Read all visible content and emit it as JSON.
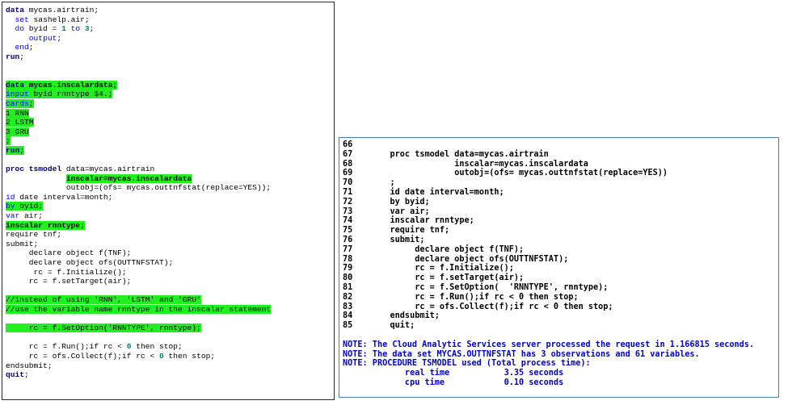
{
  "editor": {
    "lines": [
      {
        "segs": [
          {
            "t": "data",
            "c": "kw"
          },
          {
            "t": " mycas.airtrain;",
            "c": "plain"
          }
        ]
      },
      {
        "segs": [
          {
            "t": "  ",
            "c": "plain"
          },
          {
            "t": "set",
            "c": "kb"
          },
          {
            "t": " sashelp.air;",
            "c": "plain"
          }
        ]
      },
      {
        "segs": [
          {
            "t": "  ",
            "c": "plain"
          },
          {
            "t": "do",
            "c": "kb"
          },
          {
            "t": " byid = ",
            "c": "plain"
          },
          {
            "t": "1",
            "c": "num"
          },
          {
            "t": " ",
            "c": "plain"
          },
          {
            "t": "to",
            "c": "kb"
          },
          {
            "t": " ",
            "c": "plain"
          },
          {
            "t": "3",
            "c": "num"
          },
          {
            "t": ";",
            "c": "plain"
          }
        ]
      },
      {
        "segs": [
          {
            "t": "     ",
            "c": "plain"
          },
          {
            "t": "output",
            "c": "kb"
          },
          {
            "t": ";",
            "c": "plain"
          }
        ]
      },
      {
        "segs": [
          {
            "t": "  ",
            "c": "plain"
          },
          {
            "t": "end",
            "c": "kb"
          },
          {
            "t": ";",
            "c": "plain"
          }
        ]
      },
      {
        "segs": [
          {
            "t": "run",
            "c": "kw"
          },
          {
            "t": ";",
            "c": "plain"
          }
        ]
      },
      {
        "segs": []
      },
      {
        "segs": []
      },
      {
        "hl": "full",
        "segs": [
          {
            "t": "data",
            "c": "kw"
          },
          {
            "t": " mycas.inscalardata;",
            "c": "plain bold"
          }
        ]
      },
      {
        "hl": "full",
        "segs": [
          {
            "t": "input",
            "c": "kb"
          },
          {
            "t": " byid rnntype $4.;",
            "c": "plain"
          }
        ]
      },
      {
        "hl": "full",
        "segs": [
          {
            "t": "cards",
            "c": "kb"
          },
          {
            "t": ";",
            "c": "plain"
          }
        ]
      },
      {
        "hl": "full",
        "segs": [
          {
            "t": "1 RNN",
            "c": "plain"
          }
        ]
      },
      {
        "hl": "full",
        "segs": [
          {
            "t": "2 LSTM",
            "c": "plain"
          }
        ]
      },
      {
        "hl": "full",
        "segs": [
          {
            "t": "3 GRU",
            "c": "plain"
          }
        ]
      },
      {
        "hl": "full",
        "segs": [
          {
            "t": ";",
            "c": "plain"
          }
        ]
      },
      {
        "hl": "full",
        "segs": [
          {
            "t": "run",
            "c": "kw"
          },
          {
            "t": ";",
            "c": "plain"
          }
        ]
      },
      {
        "segs": []
      },
      {
        "segs": [
          {
            "t": "proc tsmodel",
            "c": "kw"
          },
          {
            "t": " data=mycas.airtrain",
            "c": "plain"
          }
        ]
      },
      {
        "hl": "part",
        "pad": "             ",
        "segs": [
          {
            "t": "inscalar=mycas.inscalardata",
            "c": "plain bold"
          }
        ]
      },
      {
        "segs": [
          {
            "t": "             outobj=(ofs= mycas.outtnfstat(replace=YES));",
            "c": "plain"
          }
        ]
      },
      {
        "segs": [
          {
            "t": "id",
            "c": "kb"
          },
          {
            "t": " date interval=month;",
            "c": "plain"
          }
        ]
      },
      {
        "hl": "full",
        "segs": [
          {
            "t": "by",
            "c": "kb"
          },
          {
            "t": " byid;",
            "c": "plain"
          }
        ]
      },
      {
        "segs": [
          {
            "t": "var",
            "c": "kb"
          },
          {
            "t": " air;",
            "c": "plain"
          }
        ]
      },
      {
        "hl": "full",
        "segs": [
          {
            "t": "inscalar rnntype;",
            "c": "plain bold"
          }
        ]
      },
      {
        "segs": [
          {
            "t": "require tnf;",
            "c": "plain"
          }
        ]
      },
      {
        "segs": [
          {
            "t": "submit;",
            "c": "plain"
          }
        ]
      },
      {
        "segs": [
          {
            "t": "     declare object f(TNF);",
            "c": "plain"
          }
        ]
      },
      {
        "segs": [
          {
            "t": "     declare object ofs(OUTTNFSTAT);",
            "c": "plain"
          }
        ]
      },
      {
        "segs": [
          {
            "t": "      rc = f.Initialize();",
            "c": "plain"
          }
        ]
      },
      {
        "segs": [
          {
            "t": "     rc = f.setTarget(air);",
            "c": "plain"
          }
        ]
      },
      {
        "segs": []
      },
      {
        "hl": "full",
        "segs": [
          {
            "t": "//instead of using 'RNN', 'LSTM' and 'GRU'",
            "c": "plain"
          }
        ]
      },
      {
        "hl": "full",
        "segs": [
          {
            "t": "//use the variable name rnntype in the inscalar statement",
            "c": "plain"
          }
        ]
      },
      {
        "segs": []
      },
      {
        "hl": "full",
        "segs": [
          {
            "t": "     rc = f.SetOption('RNNTYPE', rnntype);",
            "c": "plain"
          }
        ]
      },
      {
        "segs": []
      },
      {
        "segs": [
          {
            "t": "     rc = f.Run();if rc < ",
            "c": "plain"
          },
          {
            "t": "0",
            "c": "num"
          },
          {
            "t": " then stop;",
            "c": "plain"
          }
        ]
      },
      {
        "segs": [
          {
            "t": "     rc = ofs.Collect(f);if rc < ",
            "c": "plain"
          },
          {
            "t": "0",
            "c": "num"
          },
          {
            "t": " then stop;",
            "c": "plain"
          }
        ]
      },
      {
        "segs": [
          {
            "t": "endsubmit;",
            "c": "plain"
          }
        ]
      },
      {
        "segs": [
          {
            "t": "quit",
            "c": "kw"
          },
          {
            "t": ";",
            "c": "plain"
          }
        ]
      }
    ]
  },
  "log": {
    "lines": [
      {
        "n": "66",
        "t": ""
      },
      {
        "n": "67",
        "t": "    proc tsmodel data=mycas.airtrain"
      },
      {
        "n": "68",
        "t": "                 inscalar=mycas.inscalardata"
      },
      {
        "n": "69",
        "t": "                 outobj=(ofs= mycas.outtnfstat(replace=YES))"
      },
      {
        "n": "70",
        "t": "    ;"
      },
      {
        "n": "71",
        "t": "    id date interval=month;"
      },
      {
        "n": "72",
        "t": "    by byid;"
      },
      {
        "n": "73",
        "t": "    var air;"
      },
      {
        "n": "74",
        "t": "    inscalar rnntype;"
      },
      {
        "n": "75",
        "t": "    require tnf;"
      },
      {
        "n": "76",
        "t": "    submit;"
      },
      {
        "n": "77",
        "t": "         declare object f(TNF);"
      },
      {
        "n": "78",
        "t": "         declare object ofs(OUTTNFSTAT);"
      },
      {
        "n": "79",
        "t": "         rc = f.Initialize();"
      },
      {
        "n": "80",
        "t": "         rc = f.setTarget(air);"
      },
      {
        "n": "81",
        "t": "         rc = f.SetOption(  'RNNTYPE', rnntype);"
      },
      {
        "n": "82",
        "t": "         rc = f.Run();if rc < 0 then stop;"
      },
      {
        "n": "83",
        "t": "         rc = ofs.Collect(f);if rc < 0 then stop;"
      },
      {
        "n": "84",
        "t": "    endsubmit;"
      },
      {
        "n": "85",
        "t": "    quit;"
      },
      {
        "n": "",
        "t": ""
      },
      {
        "note": true,
        "n": "NOTE:",
        "t": " The Cloud Analytic Services server processed the request in 1.166815 seconds."
      },
      {
        "note": true,
        "n": "NOTE:",
        "t": " The data set MYCAS.OUTTNFSTAT has 3 observations and 61 variables."
      },
      {
        "note": true,
        "n": "NOTE:",
        "t": " PROCEDURE TSMODEL used (Total process time):"
      },
      {
        "note": true,
        "n": "",
        "t": "       real time           3.35 seconds"
      },
      {
        "note": true,
        "n": "",
        "t": "       cpu time            0.10 seconds"
      }
    ]
  }
}
